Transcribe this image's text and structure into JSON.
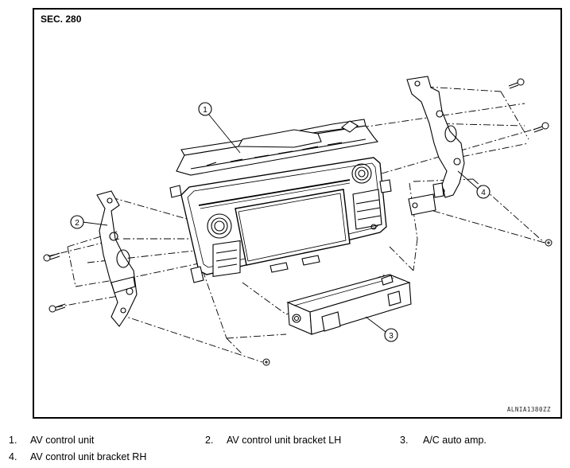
{
  "diagram": {
    "section_label": "SEC. 280",
    "drawing_code": "ALNIA1380ZZ",
    "callouts": [
      "1",
      "2",
      "3",
      "4"
    ]
  },
  "legend": [
    {
      "number": "1.",
      "label": "AV control unit"
    },
    {
      "number": "2.",
      "label": "AV control unit bracket LH"
    },
    {
      "number": "3.",
      "label": "A/C auto amp."
    },
    {
      "number": "4.",
      "label": "AV control unit bracket RH"
    }
  ]
}
